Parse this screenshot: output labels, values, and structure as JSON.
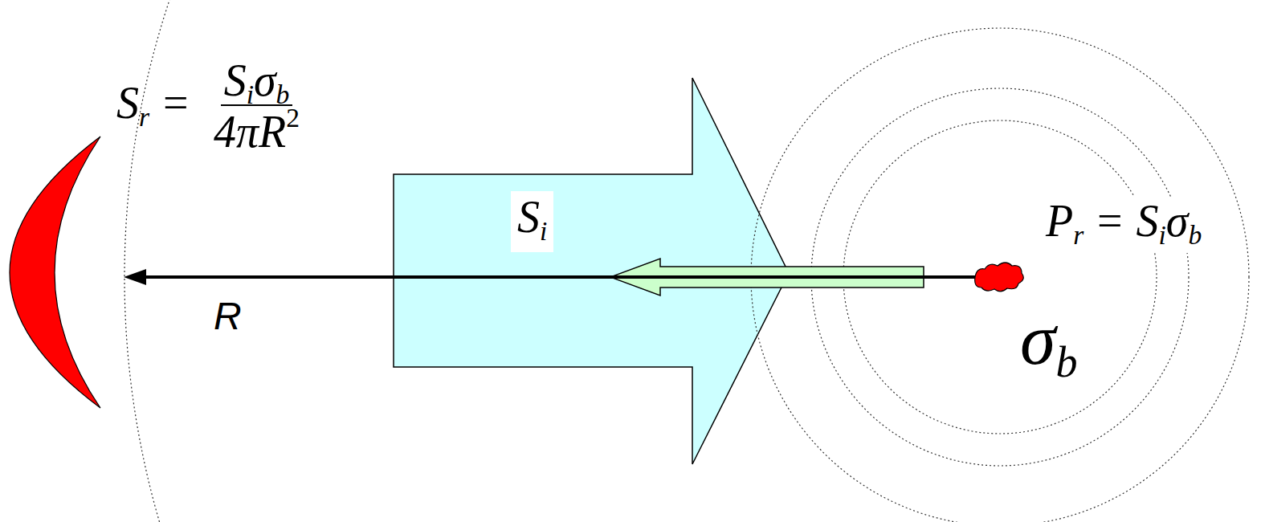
{
  "diagram": {
    "labels": [
      "S",
      "r",
      "=",
      "S",
      "i",
      "σ",
      "b",
      "4πR",
      "2",
      "S",
      "i",
      "R",
      "P",
      "r",
      "=",
      "S",
      "i",
      "σ",
      "b",
      "σ",
      "b"
    ]
  }
}
